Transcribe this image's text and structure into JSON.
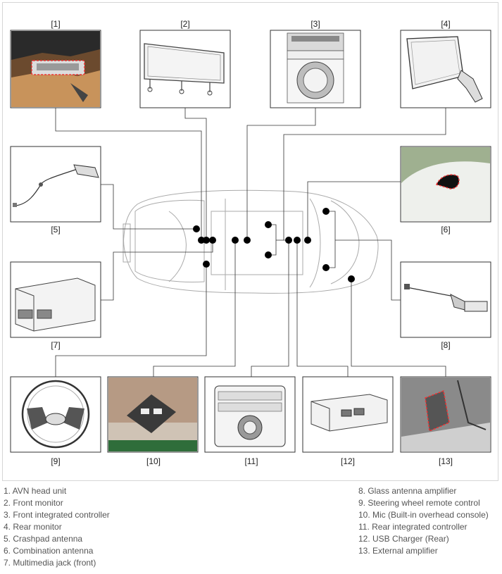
{
  "callouts": [
    "[1]",
    "[2]",
    "[3]",
    "[4]",
    "[5]",
    "[6]",
    "[7]",
    "[8]",
    "[9]",
    "[10]",
    "[11]",
    "[12]",
    "[13]"
  ],
  "legend_left": [
    "1. AVN head unit",
    "2. Front monitor",
    "3. Front integrated controller",
    "4. Rear monitor",
    "5. Crashpad antenna",
    "6. Combination antenna",
    "7. Multimedia jack (front)"
  ],
  "legend_right": [
    "8. Glass antenna amplifier",
    "9. Steering wheel remote control",
    "10. Mic (Built-in overhead console)",
    "11. Rear integrated controller",
    "12. USB Charger (Rear)",
    "13. External amplifier"
  ],
  "components": [
    "avn-head-unit",
    "front-monitor",
    "front-integrated-controller",
    "rear-monitor",
    "crashpad-antenna",
    "combination-antenna",
    "multimedia-jack-front",
    "glass-antenna-amplifier",
    "steering-wheel-remote-control",
    "mic-overhead-console",
    "rear-integrated-controller",
    "usb-charger-rear",
    "external-amplifier"
  ]
}
